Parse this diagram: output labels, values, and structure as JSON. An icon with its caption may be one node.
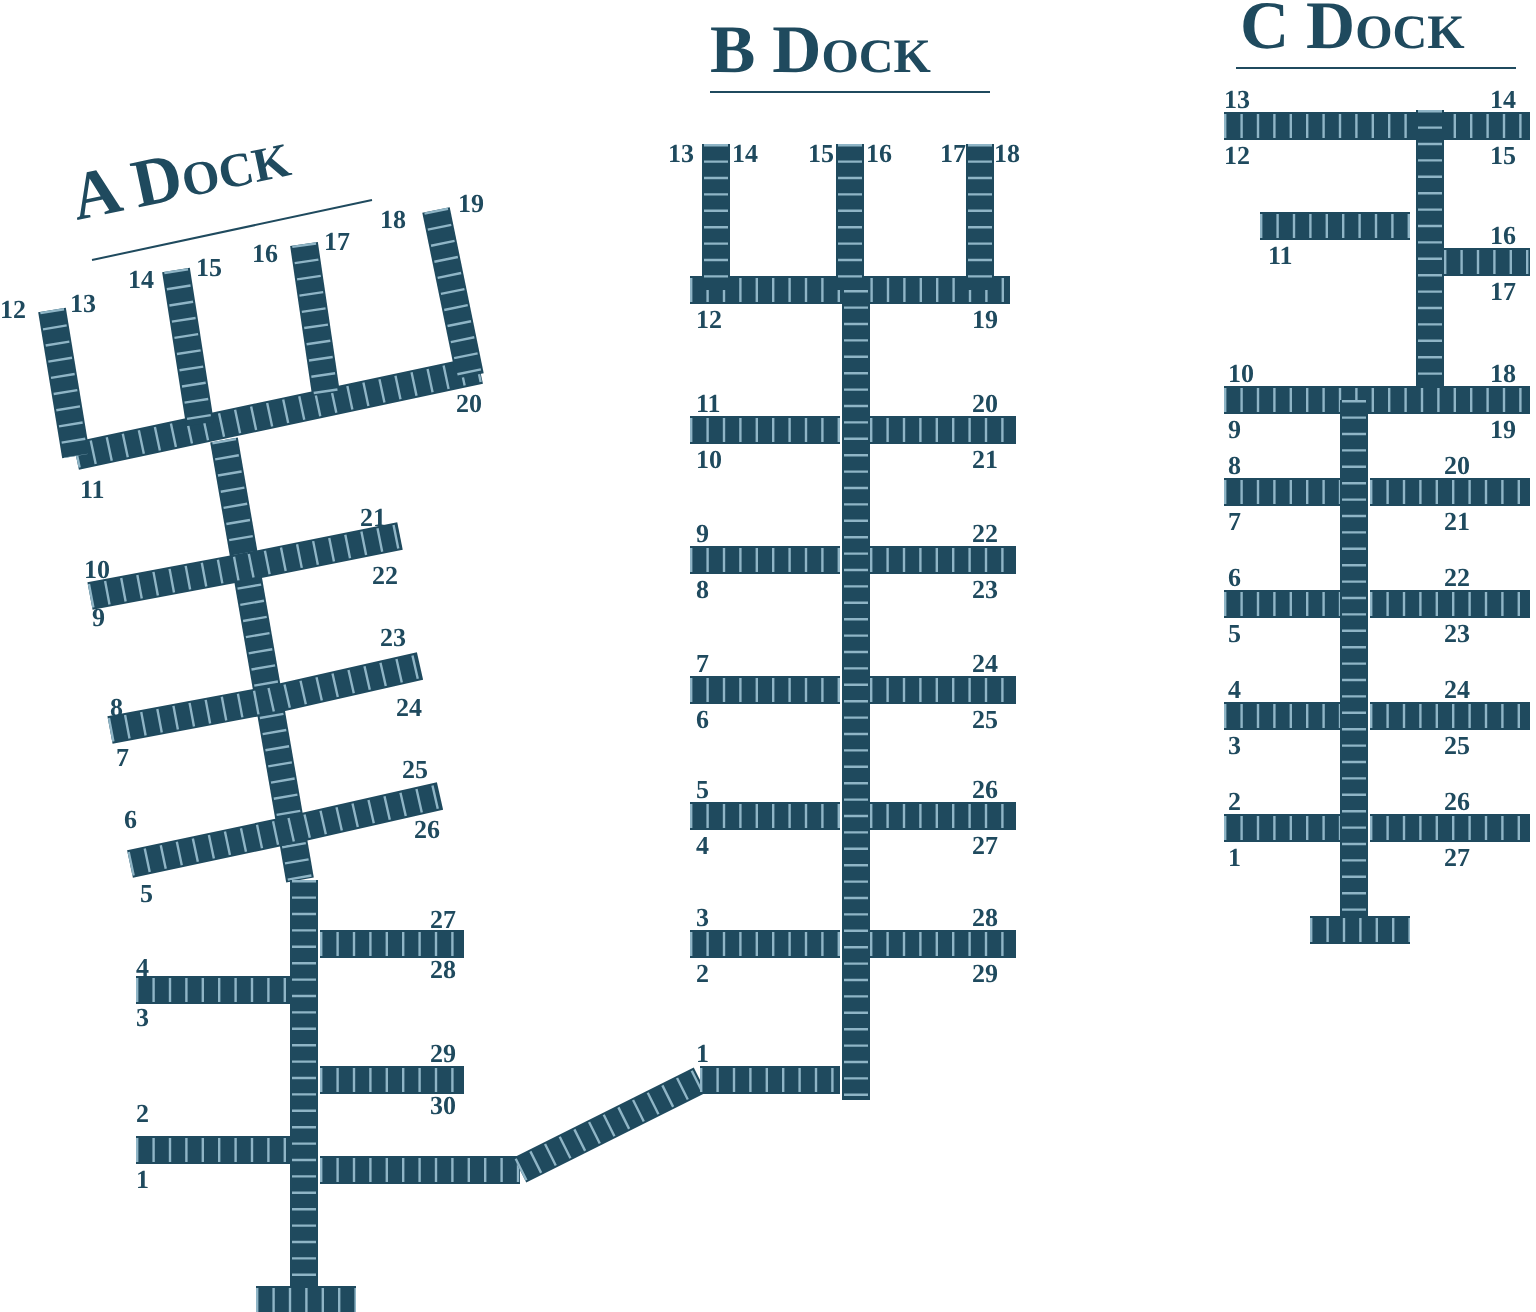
{
  "diagram": {
    "labels": [
      "A Dock",
      "1",
      "2",
      "3",
      "4",
      "5",
      "6",
      "7",
      "8",
      "9",
      "10",
      "11",
      "12",
      "13",
      "14",
      "15",
      "16",
      "17",
      "18",
      "19",
      "20",
      "21",
      "22",
      "23",
      "24",
      "25",
      "26",
      "27",
      "28",
      "29",
      "30",
      "B Dock",
      "1",
      "2",
      "3",
      "4",
      "5",
      "6",
      "7",
      "8",
      "9",
      "10",
      "11",
      "12",
      "13",
      "14",
      "15",
      "16",
      "17",
      "18",
      "19",
      "20",
      "21",
      "22",
      "23",
      "24",
      "25",
      "26",
      "27",
      "28",
      "29",
      "C Dock",
      "1",
      "2",
      "3",
      "4",
      "5",
      "6",
      "7",
      "8",
      "9",
      "10",
      "11",
      "12",
      "13",
      "14",
      "15",
      "16",
      "17",
      "18",
      "19",
      "20",
      "21",
      "22",
      "23",
      "24",
      "25",
      "26",
      "27"
    ]
  }
}
